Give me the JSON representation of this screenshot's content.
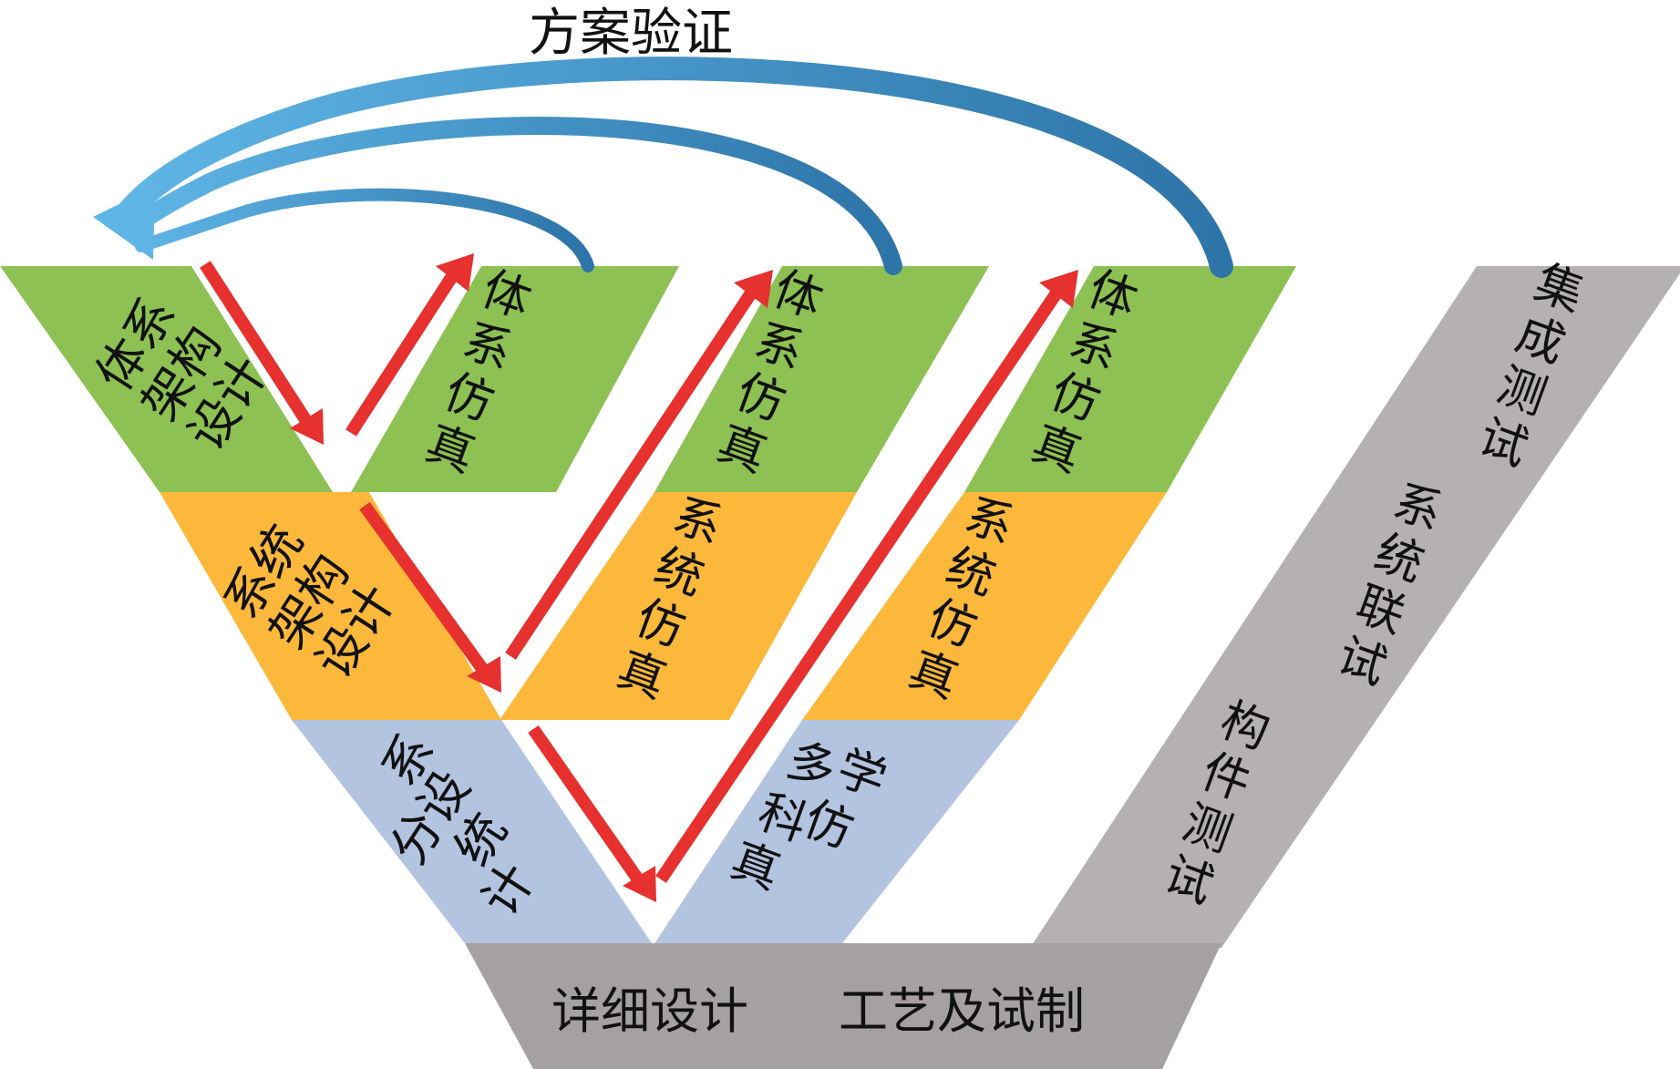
{
  "title": "方案验证",
  "colors": {
    "system_level": "#8dc153",
    "subsystem_level": "#fbb83b",
    "component_level": "#b3c4e0",
    "integration": "#b6b1b1",
    "detail": "#a6a1a1",
    "red_arrow": "#e6312e",
    "blue_arrow": "#4b93c7"
  },
  "left_branch": {
    "system_arch_design": [
      "体系",
      "架构",
      "设计"
    ],
    "subsystem_arch_design": [
      "系统",
      "架构",
      "设计"
    ],
    "component_design": [
      "系",
      "分设",
      "统",
      "计"
    ]
  },
  "simulation_columns": {
    "col1": [
      "体",
      "系",
      "仿",
      "真"
    ],
    "col2_top": [
      "体",
      "系",
      "仿",
      "真"
    ],
    "col2_mid": [
      "系",
      "统",
      "仿",
      "真"
    ],
    "col3_top": [
      "体",
      "系",
      "仿",
      "真"
    ],
    "col3_mid": [
      "系",
      "统",
      "仿",
      "真"
    ],
    "col3_bottom": [
      "学",
      "多",
      "仿",
      "科",
      "真"
    ]
  },
  "integration_branch": {
    "integration_test": [
      "集",
      "成",
      "测",
      "试"
    ],
    "system_joint_test": [
      "系",
      "统",
      "联",
      "试"
    ],
    "component_test": [
      "构",
      "件",
      "测",
      "试"
    ]
  },
  "bottom": {
    "detail_design": "详细设计",
    "process_prototype": "工艺及试制"
  }
}
